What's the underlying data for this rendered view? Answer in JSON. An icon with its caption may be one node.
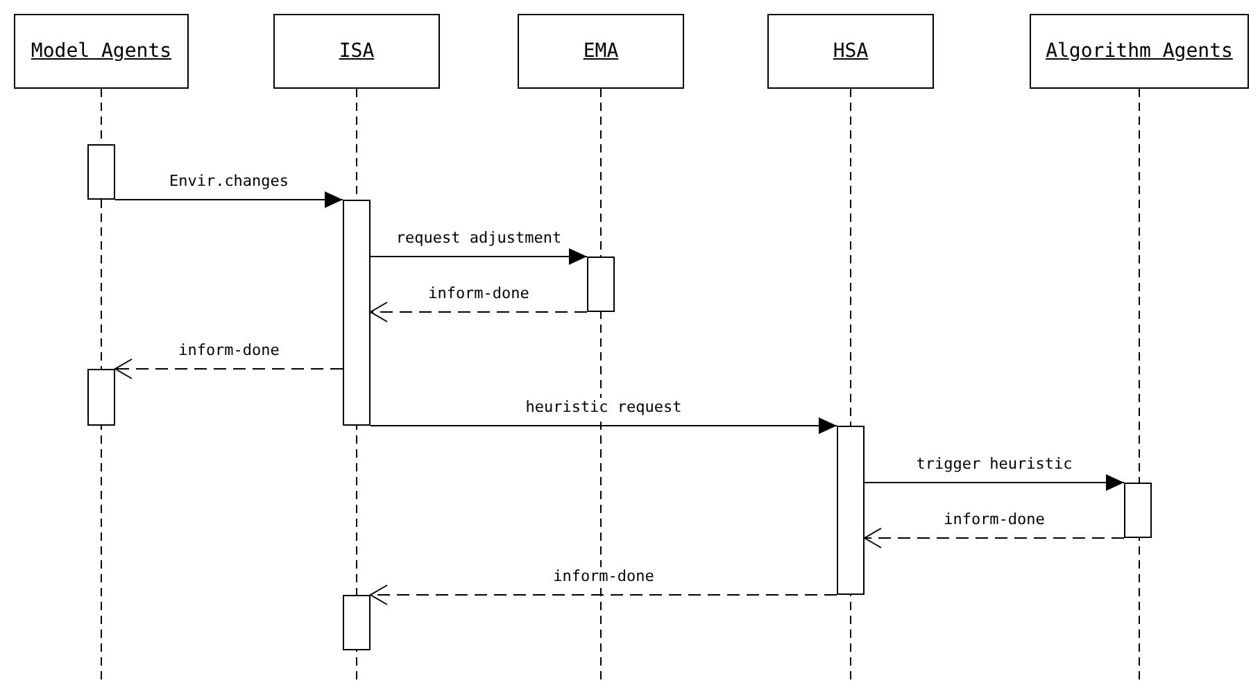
{
  "diagram": {
    "nodes": [
      {
        "text": [
          "Model Agents"
        ]
      },
      {
        "text": [
          "ISA"
        ]
      },
      {
        "text": [
          "EMA"
        ]
      },
      {
        "text": [
          "HSA"
        ]
      },
      {
        "text": [
          "Algorithm Agents"
        ]
      },
      {
        "text": [],
        "shape": "bar"
      },
      {
        "text": [],
        "shape": "bar"
      },
      {
        "text": [],
        "shape": "bar"
      },
      {
        "text": [],
        "shape": "bar"
      },
      {
        "text": [],
        "shape": "bar"
      },
      {
        "text": [],
        "shape": "bar"
      },
      {
        "text": [],
        "shape": "bar"
      }
    ],
    "edges": [
      {
        "from": 5,
        "to": 6,
        "arrow": "to",
        "label": "Envir.changes"
      },
      {
        "from": 6,
        "to": 7,
        "arrow": "to",
        "label": "request adjustment"
      },
      {
        "from": 7,
        "to": 6,
        "arrow": "to",
        "label": "inform-done",
        "style": "dashed"
      },
      {
        "from": 6,
        "to": 8,
        "arrow": "to",
        "label": "inform-done",
        "style": "dashed"
      },
      {
        "from": 6,
        "to": 9,
        "arrow": "to",
        "label": "heuristic request"
      },
      {
        "from": 9,
        "to": 10,
        "arrow": "to",
        "label": "trigger heuristic"
      },
      {
        "from": 10,
        "to": 9,
        "arrow": "to",
        "label": "inform-done",
        "style": "dashed"
      },
      {
        "from": 9,
        "to": 11,
        "arrow": "to",
        "label": "inform-done",
        "style": "dashed"
      }
    ]
  }
}
